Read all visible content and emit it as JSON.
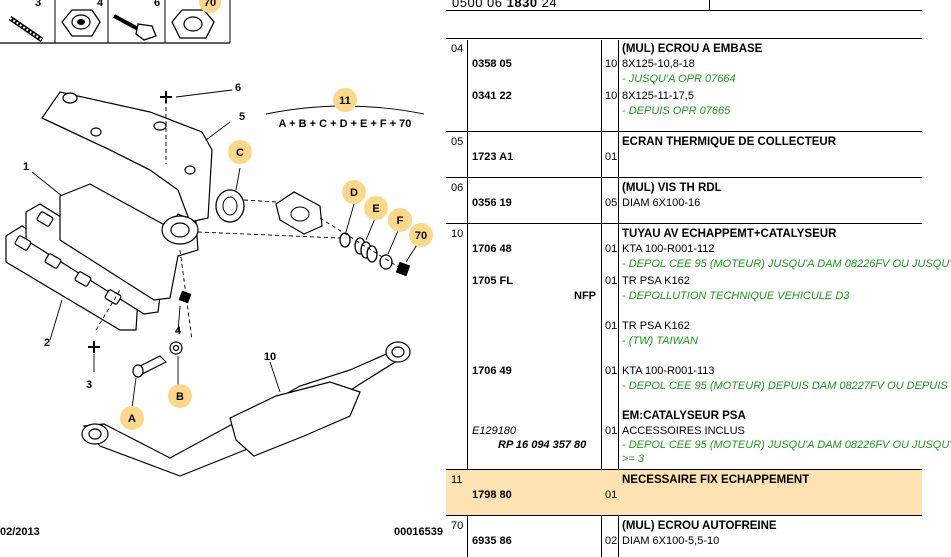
{
  "header": {
    "ref_prefix": "0500 06",
    "ref_bold": "1830",
    "ref_suffix": "24"
  },
  "diagram": {
    "date": "02/2013",
    "code": "00016539",
    "formula": "A + B + C + D + E + F + 70",
    "top_labels": [
      "3",
      "4",
      "6",
      "70"
    ],
    "num_labels": [
      "1",
      "2",
      "3",
      "4",
      "5",
      "6",
      "10"
    ],
    "circle_labels": [
      "11",
      "C",
      "D",
      "E",
      "F",
      "70",
      "A",
      "B"
    ]
  },
  "rows": [
    {
      "idx": "04",
      "title": "(MUL) ECROU A EMBASE",
      "lines": [
        {
          "code": "0358 05",
          "qty": "10",
          "desc": "8X125-10,8-18",
          "green": "- JUSQU'A OPR 07664"
        },
        {
          "code": "0341 22",
          "qty": "10",
          "desc": "8X125-11-17,5",
          "green": "- DEPUIS OPR 07665"
        }
      ]
    },
    {
      "idx": "05",
      "title": "ECRAN THERMIQUE DE COLLECTEUR",
      "lines": [
        {
          "code": "1723 A1",
          "qty": "01",
          "desc": "",
          "green": ""
        }
      ]
    },
    {
      "idx": "06",
      "title": "(MUL) VIS TH RDL",
      "lines": [
        {
          "code": "0356 19",
          "qty": "05",
          "desc": "DIAM 6X100-16",
          "green": ""
        }
      ]
    },
    {
      "idx": "10",
      "title": "TUYAU AV ECHAPPEMT+CATALYSEUR",
      "lines": [
        {
          "code": "1706 48",
          "qty": "01",
          "desc": "KTA 100-R001-112",
          "green": "- DEPOL CEE 95 (MOTEUR) JUSQU'A DAM 08226FV OU JUSQU'"
        },
        {
          "code": "1705 FL",
          "qty": "01",
          "desc": "TR PSA K162",
          "nfp": "NFP",
          "green": "- DEPOLLUTION TECHNIQUE VEHICULE D3"
        },
        {
          "code": "",
          "qty": "01",
          "desc": "TR PSA K162",
          "green": "- (TW) TAIWAN"
        },
        {
          "code": "1706 49",
          "qty": "01",
          "desc": "KTA 100-R001-113",
          "green": "- DEPOL CEE 95 (MOTEUR) DEPUIS DAM 08227FV OU DEPUIS"
        },
        {
          "subtitle": "EM:CATALYSEUR PSA",
          "ecode": "E129180",
          "qty": "01",
          "desc": "ACCESSOIRES INCLUS",
          "rp": "RP 16 094 357 80",
          "green": "- DEPOL CEE 95 (MOTEUR) JUSQU'A DAM 08226FV OU JUSQU'",
          "green2": ">= 3"
        }
      ]
    },
    {
      "idx": "11",
      "title": "NECESSAIRE FIX ECHAPPEMENT",
      "lines": [
        {
          "code": "1798 80",
          "qty": "01",
          "desc": "",
          "green": ""
        }
      ]
    },
    {
      "idx": "70",
      "title": "(MUL) ECROU AUTOFREINE",
      "lines": [
        {
          "code": "6935 86",
          "qty": "02",
          "desc": "DIAM 6X100-5,5-10",
          "green": ""
        }
      ]
    }
  ]
}
